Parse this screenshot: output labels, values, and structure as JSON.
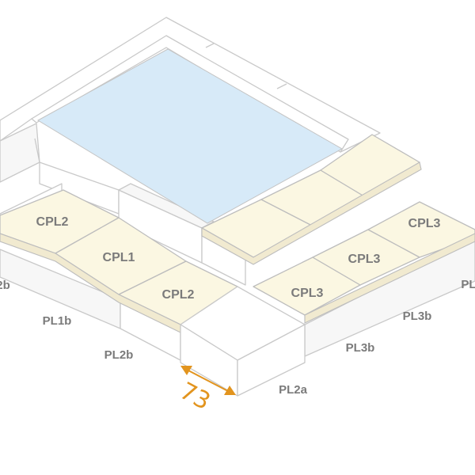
{
  "tiles": {
    "left_cpl2": "CPL2",
    "left_cpl1": "CPL1",
    "front_cpl2": "CPL2",
    "right_cpl3_a": "CPL3",
    "right_cpl3_b": "CPL3",
    "right_cpl3_c": "CPL3"
  },
  "sides": {
    "left_edge": "2b",
    "pl1b": "PL1b",
    "pl2b": "PL2b",
    "pl2a": "PL2a",
    "pl3b_front": "PL3b",
    "pl3b_back": "PL3b",
    "right_edge": "PL"
  },
  "dimension": {
    "value": "73"
  },
  "colors": {
    "accent": "#e2941e",
    "water": "#d7eaf8",
    "tile": "#fbf7e2",
    "outline": "#c9c9c9",
    "label": "#7b7b7b"
  }
}
